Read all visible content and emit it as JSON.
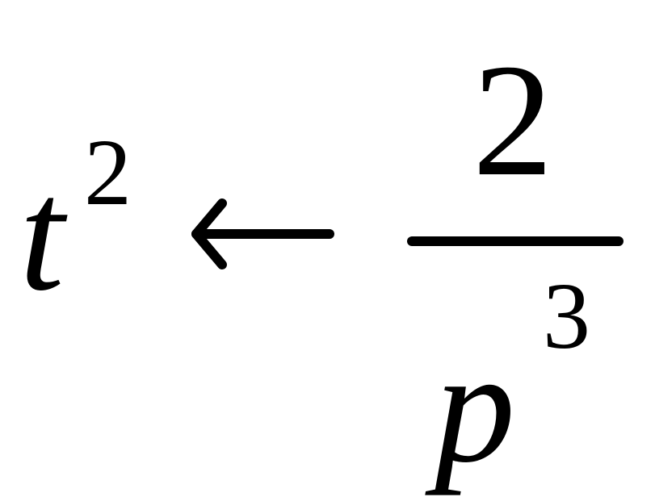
{
  "formula": {
    "lhs": {
      "variable": "t",
      "exponent": "2"
    },
    "relation": "←",
    "rhs": {
      "numerator": "2",
      "denominator": {
        "variable": "p",
        "exponent": "3"
      }
    }
  },
  "colors": {
    "text": "#000000",
    "background": "#ffffff"
  }
}
